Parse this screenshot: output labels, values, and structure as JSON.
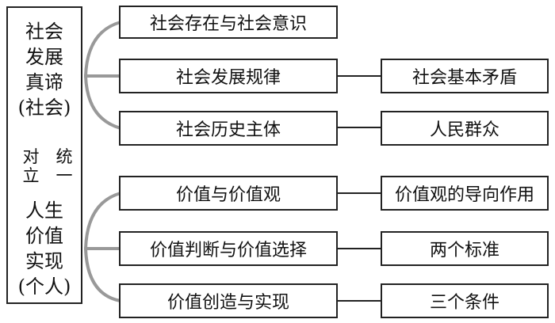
{
  "left_panel": {
    "top_lines": [
      "社会",
      "发展",
      "真谛",
      "(社会)"
    ],
    "relation_left": [
      "对",
      "立"
    ],
    "relation_right": [
      "统",
      "一"
    ],
    "bottom_lines": [
      "人生",
      "价值",
      "实现",
      "(个人)"
    ]
  },
  "society": {
    "items": [
      "社会存在与社会意识",
      "社会发展规律",
      "社会历史主体"
    ],
    "details": [
      "社会基本矛盾",
      "人民群众"
    ]
  },
  "individual": {
    "items": [
      "价值与价值观",
      "价值判断与价值选择",
      "价值创造与实现"
    ],
    "details": [
      "价值观的导向作用",
      "两个标准",
      "三个条件"
    ]
  },
  "colors": {
    "brace": "#999999",
    "border": "#222222",
    "line": "#222222"
  }
}
